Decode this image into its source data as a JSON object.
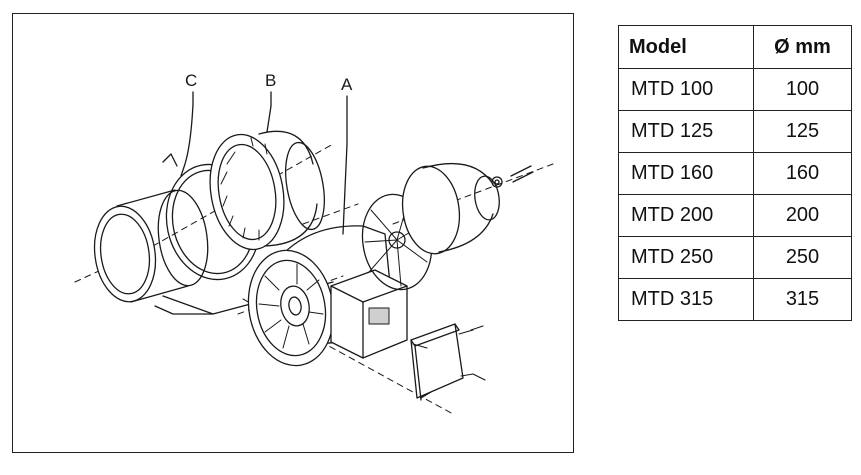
{
  "figure": {
    "labels": {
      "a": "A",
      "b": "B",
      "c": "C"
    }
  },
  "table": {
    "headers": {
      "model": "Model",
      "diameter": "Ø mm"
    },
    "rows": [
      {
        "model": "MTD 100",
        "diameter": "100"
      },
      {
        "model": "MTD 125",
        "diameter": "125"
      },
      {
        "model": "MTD 160",
        "diameter": "160"
      },
      {
        "model": "MTD 200",
        "diameter": "200"
      },
      {
        "model": "MTD 250",
        "diameter": "250"
      },
      {
        "model": "MTD 315",
        "diameter": "315"
      }
    ]
  }
}
